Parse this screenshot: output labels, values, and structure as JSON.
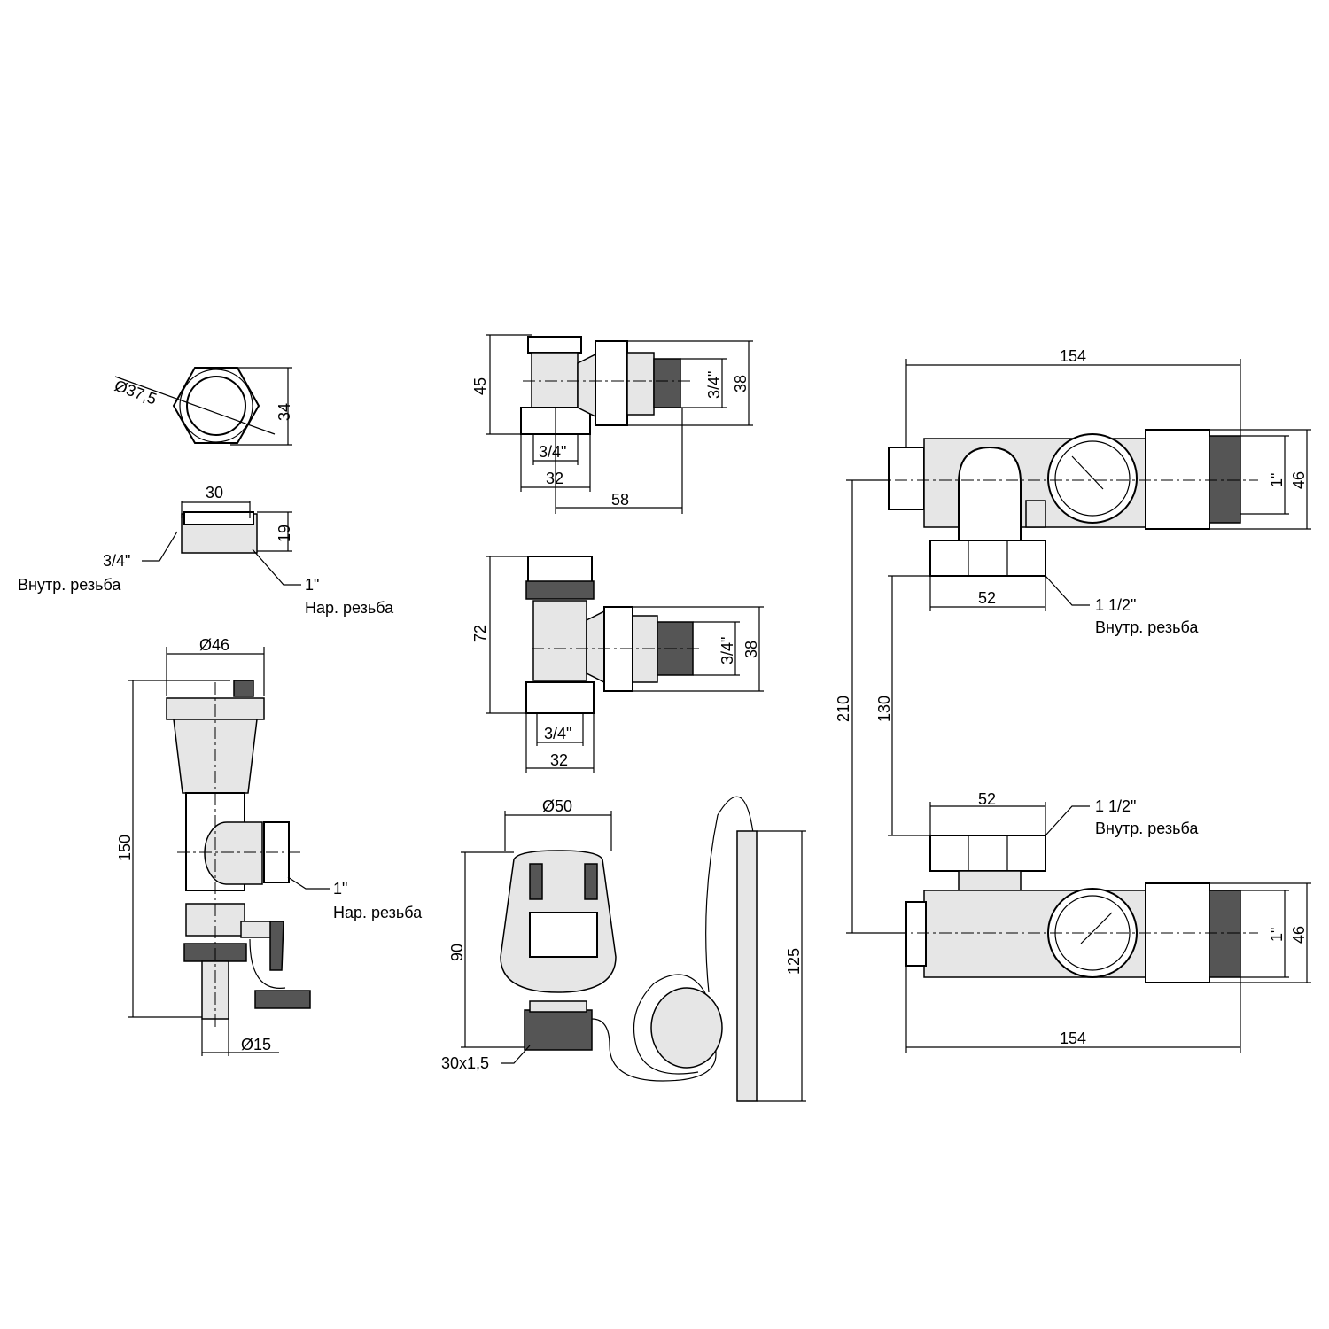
{
  "colors": {
    "line": "#000000",
    "background": "#ffffff",
    "shade": "#e6e6e6"
  },
  "adapter": {
    "diameter": "Ø37,5",
    "hex_size": "34",
    "length": "30",
    "height": "19",
    "inner_thread": "3/4\"",
    "inner_thread_label": "Внутр. резьба",
    "outer_thread": "1\"",
    "outer_thread_label": "Нар. резьба"
  },
  "air_vent": {
    "diameter": "Ø46",
    "height": "150",
    "thread": "1\"",
    "thread_label": "Нар. резьба",
    "hose_diameter": "Ø15"
  },
  "angle_valve": {
    "height": "45",
    "thread_vertical": "3/4\"",
    "width_right": "38",
    "bottom_thread": "3/4\"",
    "bottom_width": "32",
    "length": "58"
  },
  "straight_valve": {
    "height": "72",
    "thread_vertical": "3/4\"",
    "width_right": "38",
    "bottom_thread": "3/4\"",
    "bottom_width": "32"
  },
  "thermo_head": {
    "diameter": "Ø50",
    "height": "90",
    "sensor_length": "125",
    "thread": "30x1,5"
  },
  "manifold_top": {
    "length": "154",
    "thread": "1\"",
    "height": "46",
    "nut_width": "52",
    "nut_thread": "1 1/2\"",
    "nut_thread_label": "Внутр. резьба"
  },
  "manifold_spacing": {
    "total": "210",
    "axis": "130"
  },
  "manifold_bottom": {
    "length": "154",
    "thread": "1\"",
    "height": "46",
    "nut_width": "52",
    "nut_thread": "1 1/2\"",
    "nut_thread_label": "Внутр. резьба"
  }
}
